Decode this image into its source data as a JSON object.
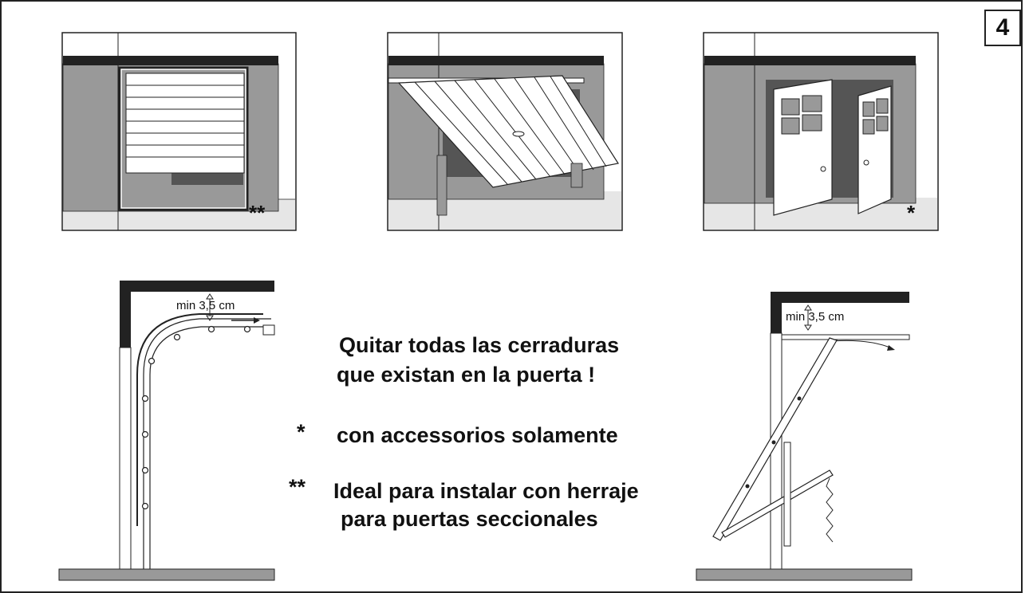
{
  "page_number": "4",
  "panels": {
    "rolling_door_mark": "**",
    "swing_door_mark": "*"
  },
  "dimensions": {
    "sectional_clearance": "min 3,5 cm",
    "up_over_clearance": "min 3,5 cm"
  },
  "notes": {
    "line1": "Quitar todas las cerraduras",
    "line2": "que existan en la puerta !",
    "single_star": "*",
    "single_star_text": "con accessorios solamente",
    "double_star": "**",
    "double_star_line1": "Ideal para instalar con herraje",
    "double_star_line2": "para puertas seccionales"
  },
  "colors": {
    "wall": "#999999",
    "roof": "#222222",
    "floor": "#e6e6e6",
    "opening": "#555555"
  }
}
